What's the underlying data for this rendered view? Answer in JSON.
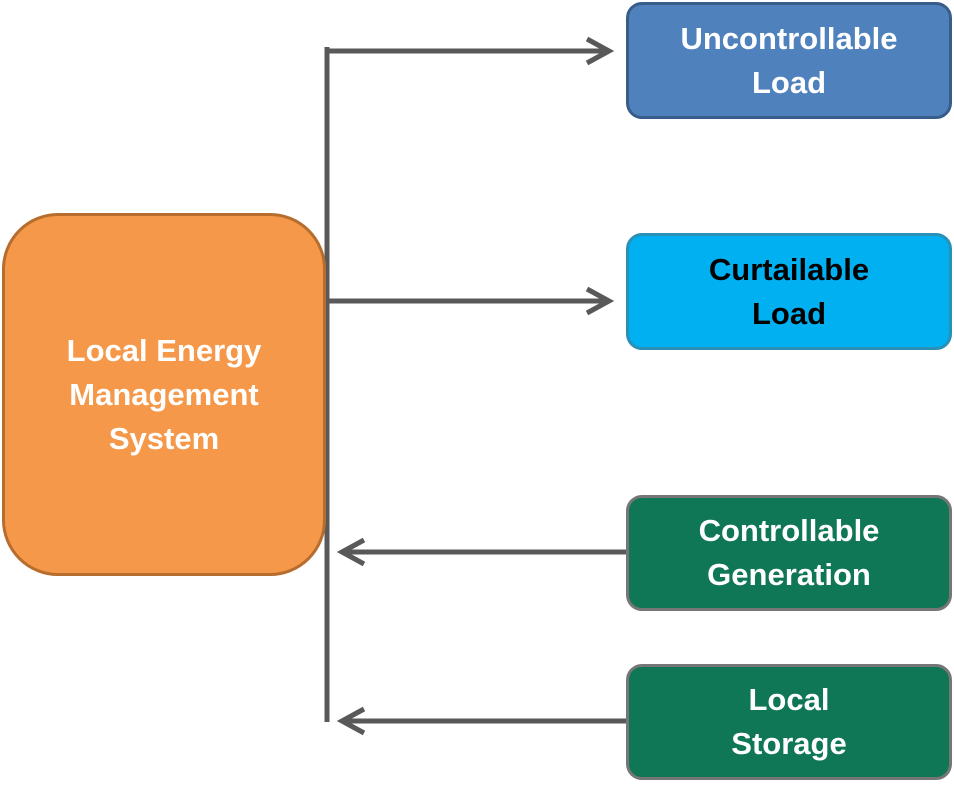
{
  "diagram": {
    "nodes": {
      "lems": {
        "label": "Local Energy\nManagement\nSystem",
        "color": "#f59849"
      },
      "uncontrollable_load": {
        "label": "Uncontrollable\nLoad",
        "color": "#4f81bd"
      },
      "curtailable_load": {
        "label": "Curtailable\nLoad",
        "color": "#00b0f0"
      },
      "controllable_generation": {
        "label": "Controllable\nGeneration",
        "color": "#0f7656"
      },
      "local_storage": {
        "label": "Local\nStorage",
        "color": "#0f7656"
      }
    },
    "edges": [
      {
        "from": "Local Energy Management System",
        "to": "Uncontrollable Load"
      },
      {
        "from": "Local Energy Management System",
        "to": "Curtailable Load"
      },
      {
        "from": "Controllable Generation",
        "to": "Local Energy Management System"
      },
      {
        "from": "Local Storage",
        "to": "Local Energy Management System"
      }
    ],
    "connector_color": "#595959"
  }
}
